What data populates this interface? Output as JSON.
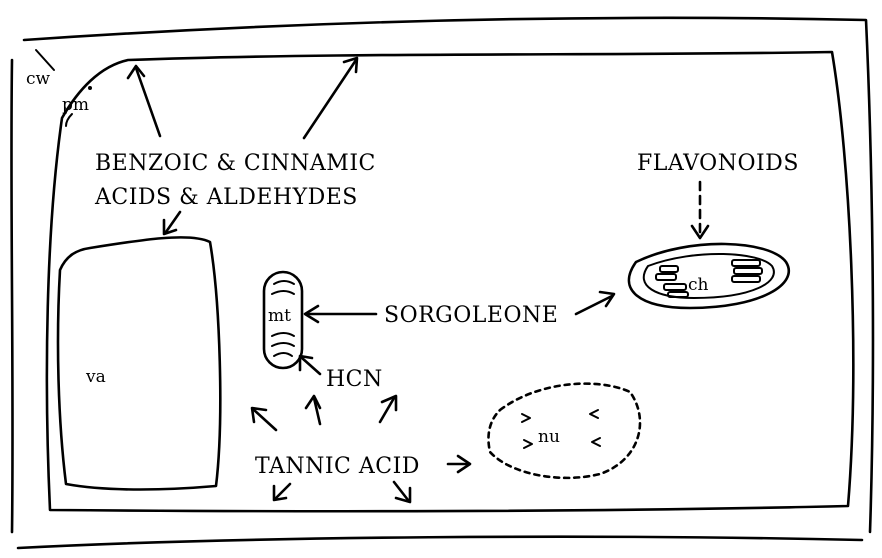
{
  "labels": {
    "cw": "cw",
    "pm": "pm",
    "benzoic_line1": "BENZOIC & CINNAMIC",
    "benzoic_line2": "ACIDS & ALDEHYDES",
    "flavonoids": "FLAVONOIDS",
    "sorgoleone": "SORGOLEONE",
    "hcn": "HCN",
    "tannic_acid": "TANNIC ACID"
  },
  "organelles": {
    "vacuole": "va",
    "mitochondrion": "mt",
    "chloroplast": "ch",
    "nucleus": "nu"
  },
  "colors": {
    "ink": "#000000",
    "background": "#ffffff"
  }
}
